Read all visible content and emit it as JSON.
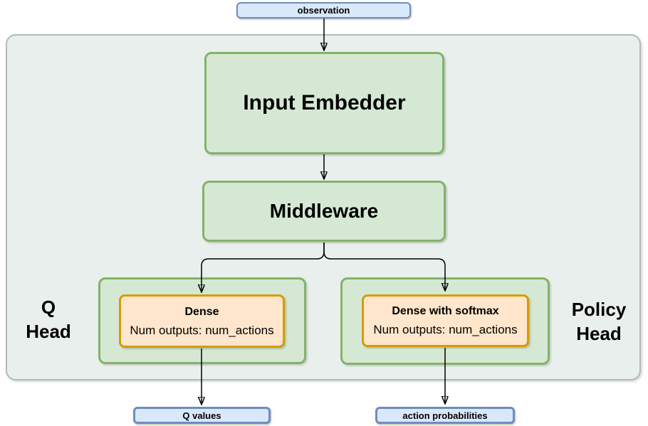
{
  "diagram": {
    "observation": {
      "label": "observation"
    },
    "input_embedder": {
      "label": "Input Embedder"
    },
    "middleware": {
      "label": "Middleware"
    },
    "q_head": {
      "label": "Q\nHead"
    },
    "policy_head": {
      "label": "Policy\nHead"
    },
    "q_dense": {
      "title": "Dense",
      "subtitle": "Num outputs: num_actions"
    },
    "policy_dense": {
      "title": "Dense with softmax",
      "subtitle": "Num outputs: num_actions"
    },
    "q_values": {
      "label": "Q values"
    },
    "action_probabilities": {
      "label": "action probabilities"
    },
    "edges": [
      {
        "from": "observation",
        "to": "input_embedder"
      },
      {
        "from": "input_embedder",
        "to": "middleware"
      },
      {
        "from": "middleware",
        "to": "q_dense"
      },
      {
        "from": "middleware",
        "to": "policy_dense"
      },
      {
        "from": "q_dense",
        "to": "q_values"
      },
      {
        "from": "policy_dense",
        "to": "action_probabilities"
      }
    ],
    "colors": {
      "green_fill": "#d5e8d4",
      "green_stroke": "#82b366",
      "orange_fill": "#ffe6cc",
      "orange_stroke": "#d79b00",
      "blue_fill": "#dae8fc",
      "blue_stroke": "#6c8ebf",
      "container_fill": "#e9efec",
      "container_stroke": "#b2bab6",
      "arrow": "#000000"
    }
  }
}
